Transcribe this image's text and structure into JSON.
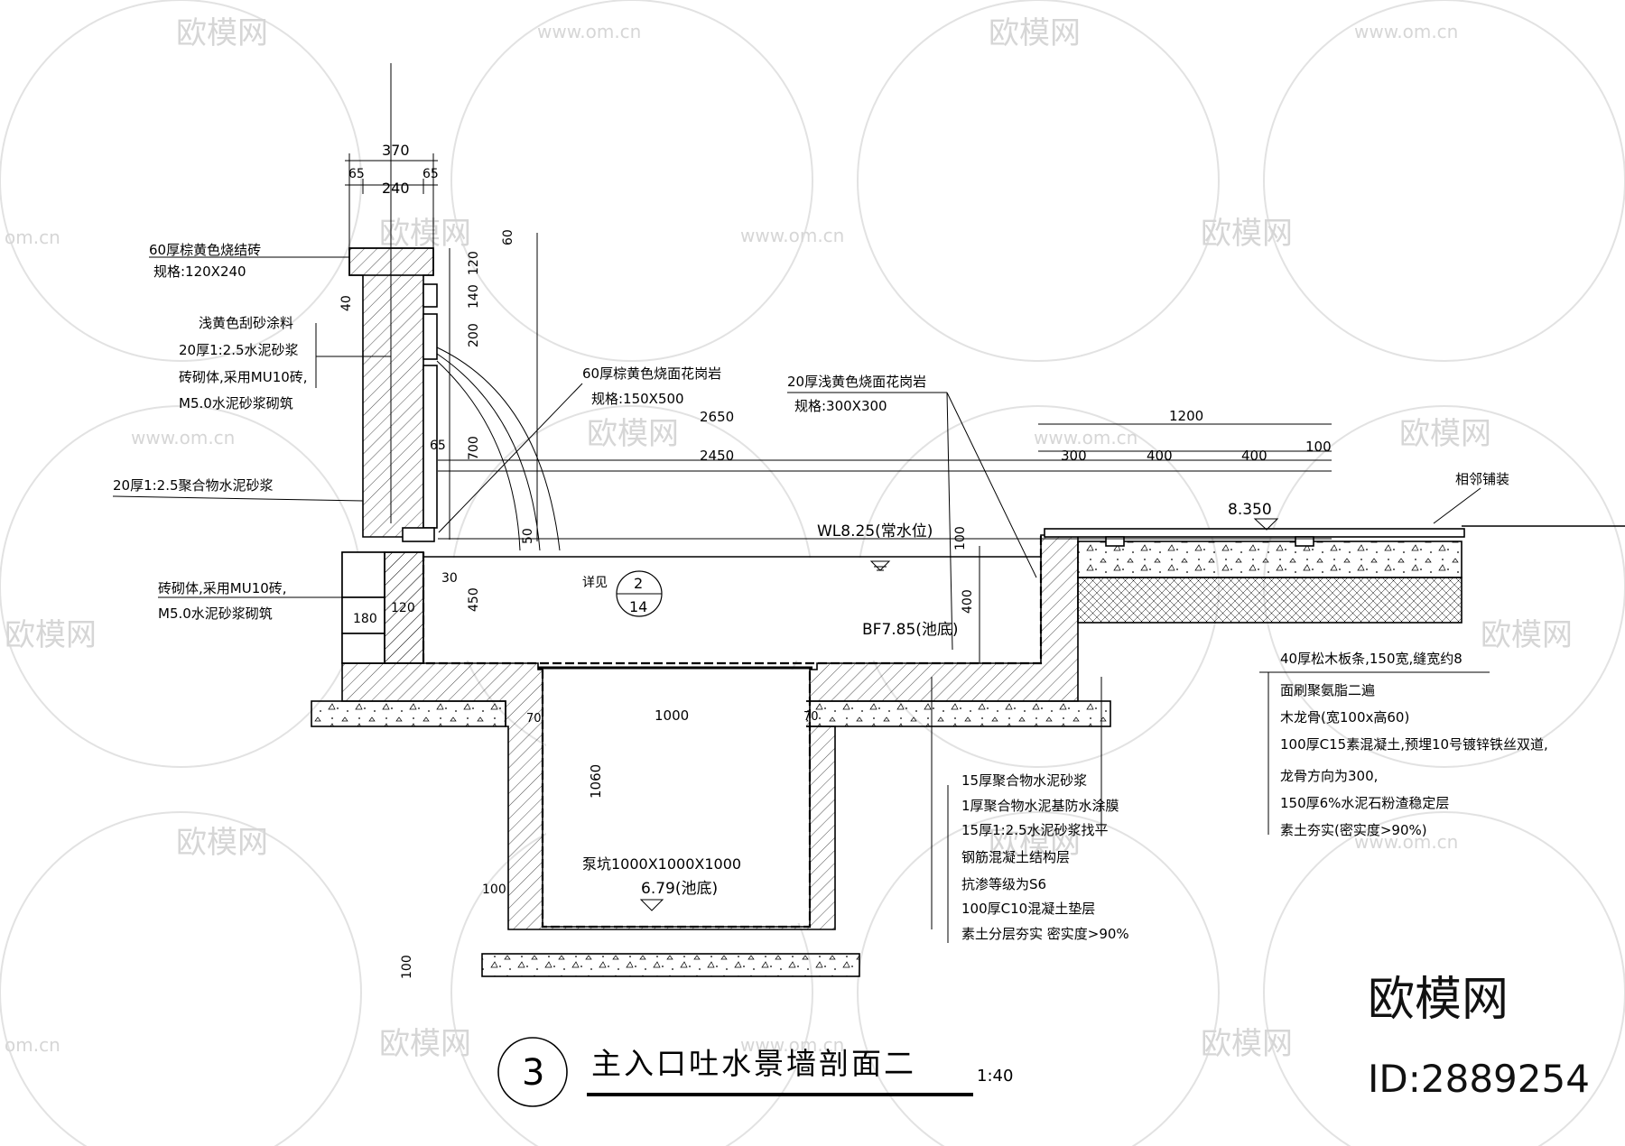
{
  "title": {
    "number": "3",
    "text": "主入口吐水景墙剖面二",
    "scale": "1:40"
  },
  "watermark": {
    "brand": "欧模网",
    "id": "ID:2889254",
    "url": "www.om.cn",
    "domain_fragment": "om.cn"
  },
  "dimensions": {
    "top": [
      "370",
      "65",
      "240",
      "65"
    ],
    "wall": [
      "40",
      "120",
      "140",
      "200",
      "700",
      "65",
      "50",
      "30",
      "450",
      "180",
      "120"
    ],
    "wall_right_vertical": "60",
    "spans": [
      "2650",
      "2450",
      "1200",
      "300",
      "400",
      "400",
      "100"
    ],
    "pool": [
      "100",
      "400"
    ],
    "pit": [
      "1000",
      "1060",
      "100",
      "100",
      "70",
      "70"
    ]
  },
  "levels": {
    "water": "WL8.25(常水位)",
    "deck": "8.350",
    "pool_bottom": "BF7.85(池底)",
    "pit_bottom": "6.79(池底)"
  },
  "detail_ref": {
    "label": "详见",
    "top": "2",
    "bottom": "14"
  },
  "labels": {
    "left": [
      "60厚棕黄色烧结砖",
      "规格:120X240",
      "浅黄色刮砂涂料",
      "20厚1:2.5水泥砂浆",
      "砖砌体,采用MU10砖,",
      "M5.0水泥砂浆砌筑",
      "20厚1:2.5聚合物水泥砂浆",
      "砖砌体,采用MU10砖,",
      "M5.0水泥砂浆砌筑"
    ],
    "top_granite_1": [
      "60厚棕黄色烧面花岗岩",
      "规格:150X500"
    ],
    "top_granite_2": [
      "20厚浅黄色烧面花岗岩",
      "规格:300X300"
    ],
    "adjacent": "相邻铺装",
    "pump": "泵坑1000X1000X1000",
    "right_layers": [
      "40厚松木板条,150宽,缝宽约8",
      "面刷聚氨脂二遍",
      "木龙骨(宽100x高60)",
      "100厚C15素混凝土,预埋10号镀锌铁丝双道,",
      "龙骨方向为300,",
      "150厚6%水泥石粉渣稳定层",
      "素土夯实(密实度>90%)"
    ],
    "bottom_layers": [
      "15厚聚合物水泥砂浆",
      "1厚聚合物水泥基防水涂膜",
      "15厚1:2.5水泥砂浆找平",
      "钢筋混凝土结构层",
      "抗渗等级为S6",
      "100厚C10混凝土垫层",
      "素土分层夯实 密实度>90%"
    ]
  }
}
